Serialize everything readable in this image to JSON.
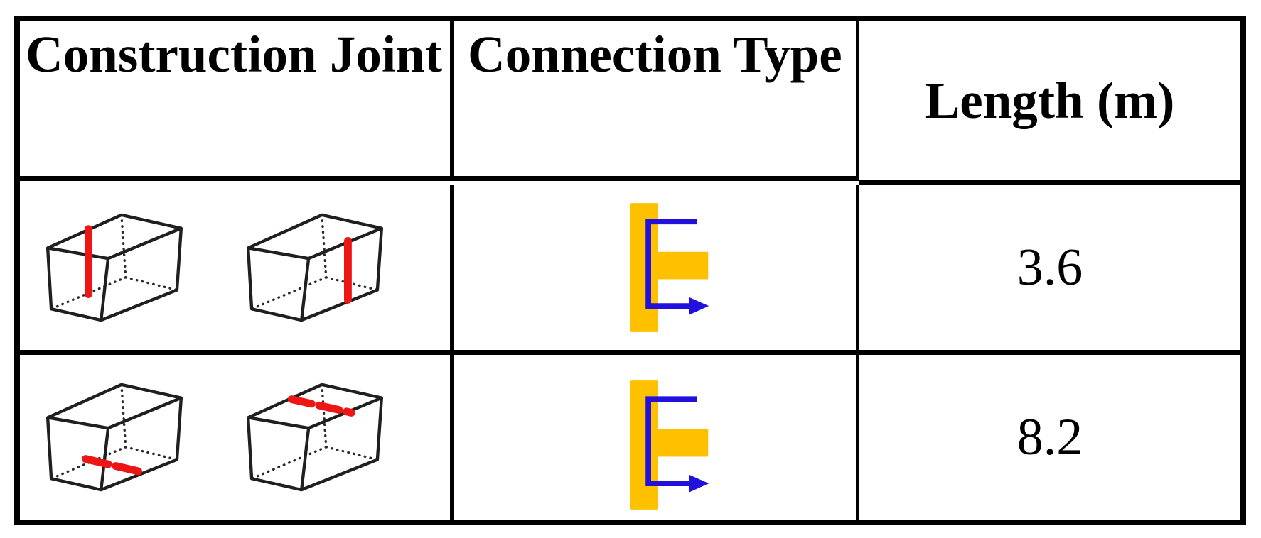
{
  "table": {
    "columns": [
      {
        "label": "Construction Joint"
      },
      {
        "label": "Connection Type"
      },
      {
        "label": "Length (m)"
      }
    ],
    "rows": [
      {
        "construction_joint": {
          "cubes": [
            {
              "variant": "vertical-left",
              "description": "wall unit with vertical red joint line near left"
            },
            {
              "variant": "vertical-right",
              "description": "wall unit with vertical red joint line near right"
            }
          ]
        },
        "connection_type": {
          "symbol": "plate-connector-with-load-arrow"
        },
        "length_m": "3.6"
      },
      {
        "construction_joint": {
          "cubes": [
            {
              "variant": "horizontal-bottom",
              "description": "wall unit with horizontal red joint line near bottom"
            },
            {
              "variant": "horizontal-top",
              "description": "wall unit with horizontal red joint line near top"
            }
          ]
        },
        "connection_type": {
          "symbol": "plate-connector-with-load-arrow"
        },
        "length_m": "8.2"
      }
    ]
  },
  "colors": {
    "joint_marker_red": "#ee1515",
    "connector_orange": "#ffc000",
    "load_path_blue": "#2211dd",
    "grid_black": "#000000"
  }
}
